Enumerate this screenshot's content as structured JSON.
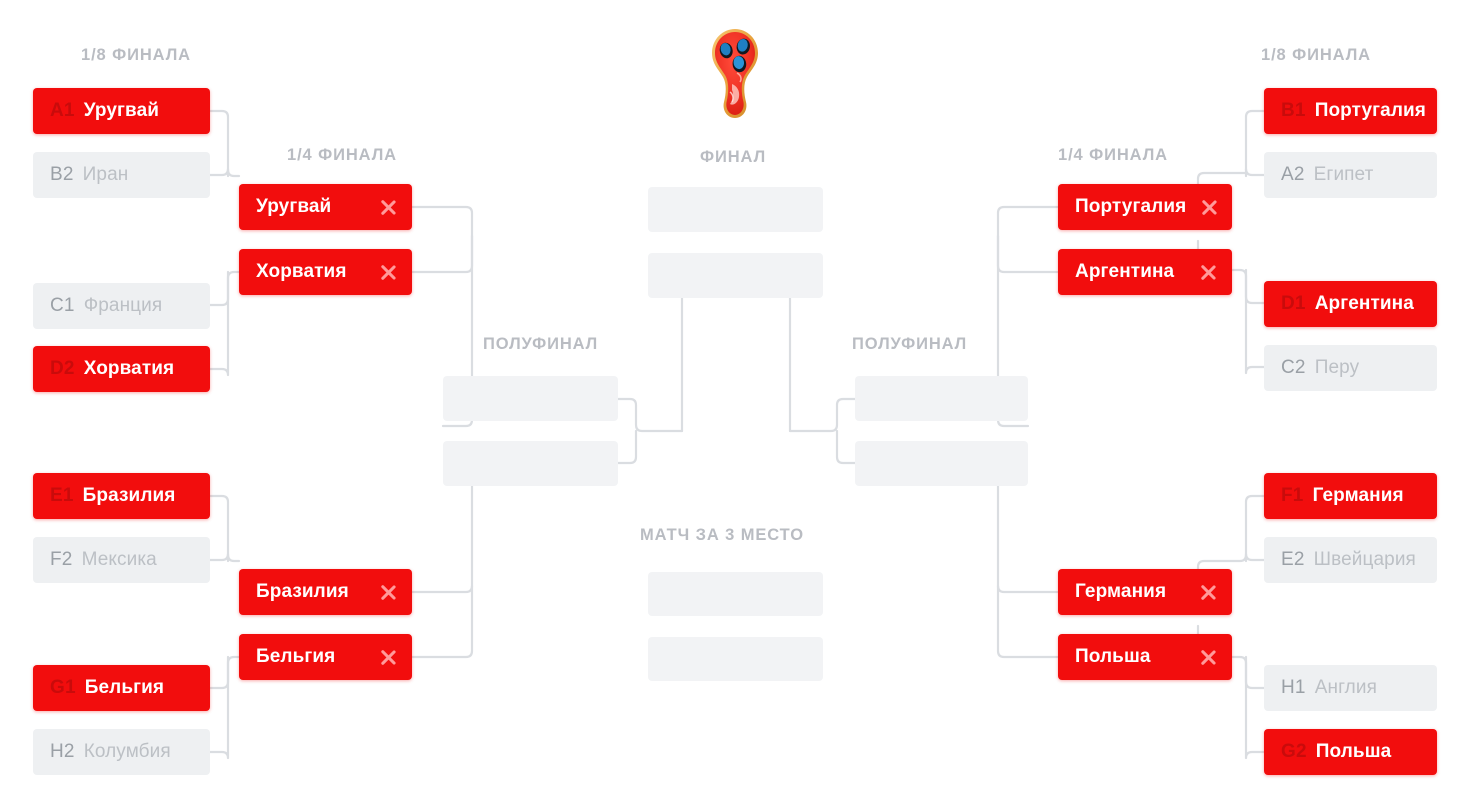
{
  "labels": {
    "r16_left": "1/8 ФИНАЛА",
    "r16_right": "1/8 ФИНАЛА",
    "qf_left": "1/4 ФИНАЛА",
    "qf_right": "1/4 ФИНАЛА",
    "sf_left": "ПОЛУФИНАЛ",
    "sf_right": "ПОЛУФИНАЛ",
    "final": "ФИНАЛ",
    "third_place": "МАТЧ ЗА 3 МЕСТО"
  },
  "colors": {
    "winner_red": "#f20d0d",
    "seed_on_red": "#c90b0b",
    "idle_bg": "#eef0f2",
    "empty_bg": "#f2f3f5",
    "idle_text": "#bcc0c5",
    "seed_text": "#9aa0a6",
    "label_text": "#b9bcc2",
    "connector": "#dadde1",
    "x_mark": "#ff9a9a"
  },
  "logo": {
    "name": "fifa-world-cup-2018-trophy-logo",
    "alt": "ЧМ 2018"
  },
  "rounds": {
    "r16_left": [
      {
        "seed": "A1",
        "team": "Уругвай",
        "winner": true
      },
      {
        "seed": "B2",
        "team": "Иран",
        "winner": false
      },
      {
        "seed": "C1",
        "team": "Франция",
        "winner": false
      },
      {
        "seed": "D2",
        "team": "Хорватия",
        "winner": true
      },
      {
        "seed": "E1",
        "team": "Бразилия",
        "winner": true
      },
      {
        "seed": "F2",
        "team": "Мексика",
        "winner": false
      },
      {
        "seed": "G1",
        "team": "Бельгия",
        "winner": true
      },
      {
        "seed": "H2",
        "team": "Колумбия",
        "winner": false
      }
    ],
    "r16_right": [
      {
        "seed": "B1",
        "team": "Португалия",
        "winner": true
      },
      {
        "seed": "A2",
        "team": "Египет",
        "winner": false
      },
      {
        "seed": "D1",
        "team": "Аргентина",
        "winner": true
      },
      {
        "seed": "C2",
        "team": "Перу",
        "winner": false
      },
      {
        "seed": "F1",
        "team": "Германия",
        "winner": true
      },
      {
        "seed": "E2",
        "team": "Швейцария",
        "winner": false
      },
      {
        "seed": "H1",
        "team": "Англия",
        "winner": false
      },
      {
        "seed": "G2",
        "team": "Польша",
        "winner": true
      }
    ],
    "qf_left": [
      {
        "team": "Уругвай",
        "winner": true,
        "mark": "×"
      },
      {
        "team": "Хорватия",
        "winner": true,
        "mark": "×"
      },
      {
        "team": "Бразилия",
        "winner": true,
        "mark": "×"
      },
      {
        "team": "Бельгия",
        "winner": true,
        "mark": "×"
      }
    ],
    "qf_right": [
      {
        "team": "Португалия",
        "winner": true,
        "mark": "×"
      },
      {
        "team": "Аргентина",
        "winner": true,
        "mark": "×"
      },
      {
        "team": "Германия",
        "winner": true,
        "mark": "×"
      },
      {
        "team": "Польша",
        "winner": true,
        "mark": "×"
      }
    ],
    "sf_left": [
      {
        "team": ""
      },
      {
        "team": ""
      }
    ],
    "sf_right": [
      {
        "team": ""
      },
      {
        "team": ""
      }
    ],
    "final": [
      {
        "team": ""
      },
      {
        "team": ""
      }
    ],
    "third": [
      {
        "team": ""
      },
      {
        "team": ""
      }
    ]
  }
}
